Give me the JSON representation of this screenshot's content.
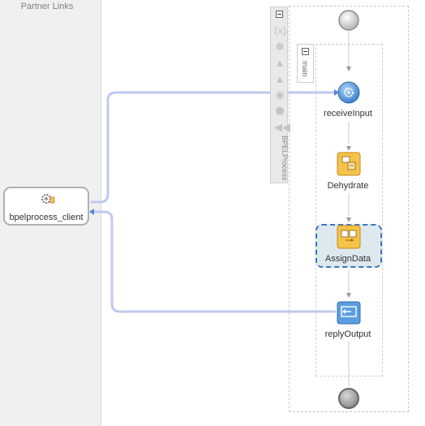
{
  "partner_panel": {
    "title": "Partner Links",
    "partner_link": {
      "label": "bpelprocess_client",
      "icon": "gear-icon"
    }
  },
  "toolbar": {
    "label": "BPELProcess",
    "icons": [
      "variables-icon",
      "correlation-icon",
      "warning-icon",
      "alert-icon",
      "event-icon",
      "message-icon",
      "rewind-icon"
    ]
  },
  "scope": {
    "label": "main"
  },
  "activities": [
    {
      "label": "",
      "kind": "start",
      "icon": "start-circle-icon"
    },
    {
      "label": "receiveInput",
      "kind": "receive",
      "icon": "receive-gear-icon"
    },
    {
      "label": "Dehydrate",
      "kind": "dehydrate",
      "icon": "dehydrate-icon"
    },
    {
      "label": "AssignData",
      "kind": "assign",
      "icon": "assign-icon",
      "selected": true
    },
    {
      "label": "replyOutput",
      "kind": "reply",
      "icon": "reply-icon"
    },
    {
      "label": "",
      "kind": "end",
      "icon": "end-circle-icon"
    }
  ],
  "colors": {
    "link_line": "#bfc8ef",
    "link_arrow": "#4a8ad1",
    "selection": "#3c76be",
    "assign_fill": "#f6c34a",
    "receive_fill": "#5b9ee0"
  }
}
